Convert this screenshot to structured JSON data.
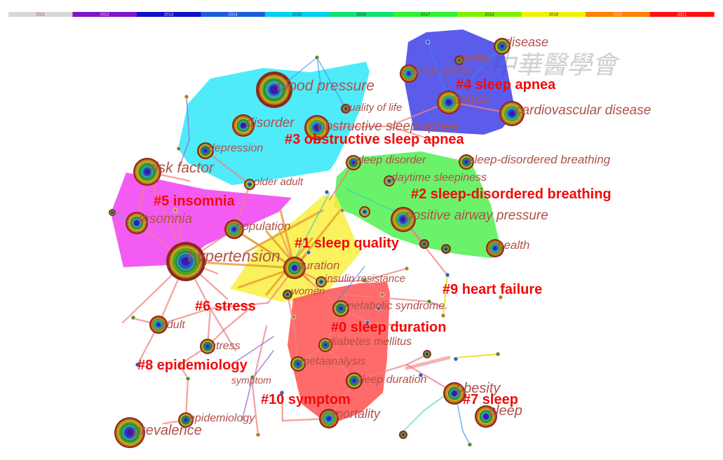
{
  "timeline": {
    "years": [
      "2011",
      "2012",
      "2013",
      "2014",
      "2015",
      "2016",
      "2017",
      "2018",
      "2019",
      "2020",
      "2021"
    ],
    "colors": [
      "#d8d8d8",
      "#7d16c8",
      "#1010c8",
      "#1e5cdc",
      "#00d0f0",
      "#10e070",
      "#30f030",
      "#80f000",
      "#f0f000",
      "#ff8000",
      "#ff1010"
    ]
  },
  "watermark": "中華醫學會",
  "clusters": [
    {
      "id": "c0",
      "label": "#0 sleep duration",
      "color": "#ff5050"
    },
    {
      "id": "c1",
      "label": "#1 sleep quality",
      "color": "#f8f040"
    },
    {
      "id": "c2",
      "label": "#2 sleep-disordered breathing",
      "color": "#50f050"
    },
    {
      "id": "c3",
      "label": "#3 obstructive sleep apnea",
      "color": "#30e8f8"
    },
    {
      "id": "c4",
      "label": "#4 sleep apnea",
      "color": "#4040e8"
    },
    {
      "id": "c5",
      "label": "#5 insomnia",
      "color": "#f040f0"
    },
    {
      "id": "c6",
      "label": "#6 stress",
      "color": ""
    },
    {
      "id": "c7",
      "label": "#7 sleep",
      "color": ""
    },
    {
      "id": "c8",
      "label": "#8 epidemiology",
      "color": ""
    },
    {
      "id": "c9",
      "label": "#9 heart failure",
      "color": ""
    },
    {
      "id": "c10",
      "label": "#10 symptom",
      "color": ""
    }
  ],
  "keywords": [
    "blood pressure",
    "quality of life",
    "disorder",
    "obstructive sleep apnea",
    "depression",
    "risk factor",
    "older adult",
    "insomnia",
    "population",
    "hypertension",
    "duration",
    "insulin resistance",
    "women",
    "adult",
    "stress",
    "metabolic syndrome",
    "diabetes mellitus",
    "metaanalysis",
    "symptom",
    "sleep duration",
    "mortality",
    "epidemiology",
    "prevalence",
    "obesity",
    "sleep",
    "sleep disorder",
    "daytime sleepiness",
    "sleep-disordered breathing",
    "positive airway pressure",
    "health",
    "disease",
    "quality",
    "sleep apnea",
    "apnea",
    "cardiovascular disease"
  ]
}
